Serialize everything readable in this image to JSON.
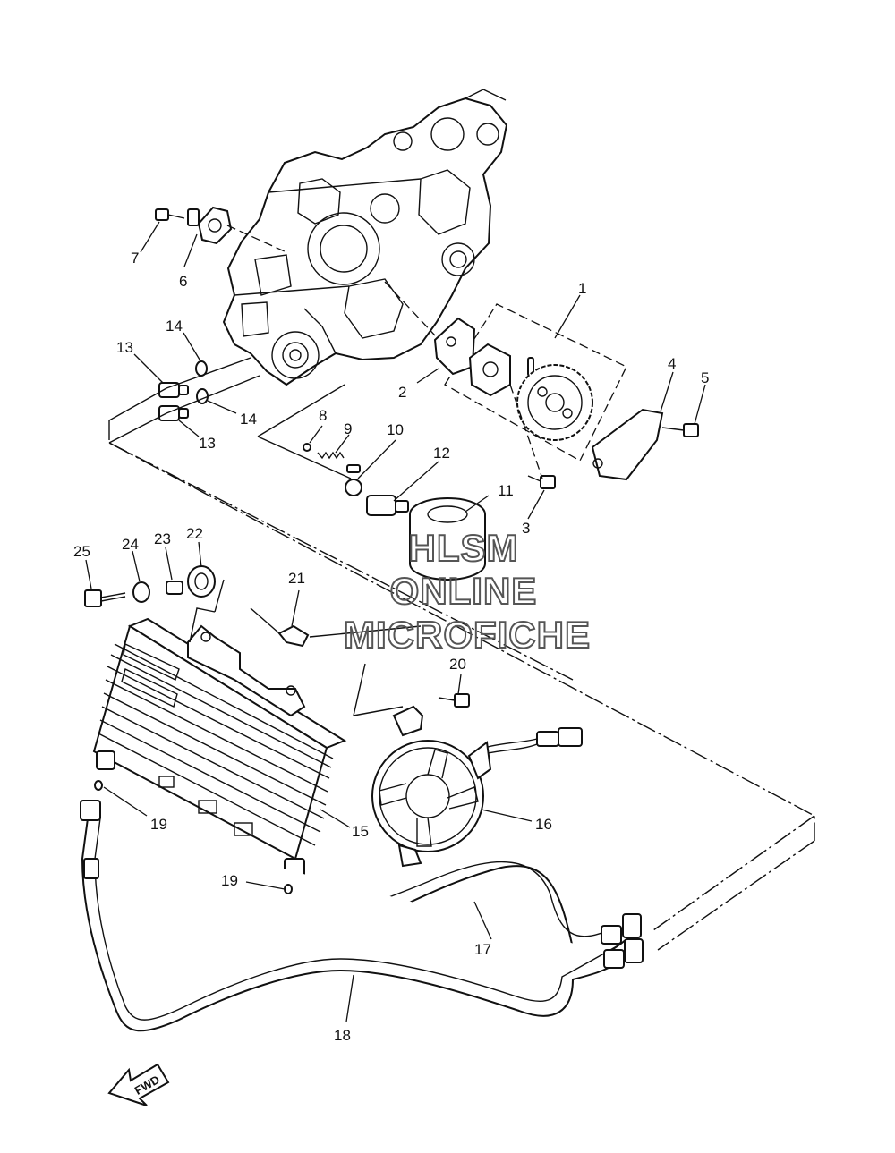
{
  "callouts": [
    {
      "id": "c1",
      "label": "1"
    },
    {
      "id": "c2",
      "label": "2"
    },
    {
      "id": "c3",
      "label": "3"
    },
    {
      "id": "c4",
      "label": "4"
    },
    {
      "id": "c5",
      "label": "5"
    },
    {
      "id": "c6",
      "label": "6"
    },
    {
      "id": "c7",
      "label": "7"
    },
    {
      "id": "c8",
      "label": "8"
    },
    {
      "id": "c9",
      "label": "9"
    },
    {
      "id": "c10",
      "label": "10"
    },
    {
      "id": "c11",
      "label": "11"
    },
    {
      "id": "c12",
      "label": "12"
    },
    {
      "id": "c13a",
      "label": "13"
    },
    {
      "id": "c13b",
      "label": "13"
    },
    {
      "id": "c14a",
      "label": "14"
    },
    {
      "id": "c14b",
      "label": "14"
    },
    {
      "id": "c15",
      "label": "15"
    },
    {
      "id": "c16",
      "label": "16"
    },
    {
      "id": "c17",
      "label": "17"
    },
    {
      "id": "c18",
      "label": "18"
    },
    {
      "id": "c19a",
      "label": "19"
    },
    {
      "id": "c19b",
      "label": "19"
    },
    {
      "id": "c20",
      "label": "20"
    },
    {
      "id": "c21",
      "label": "21"
    },
    {
      "id": "c22",
      "label": "22"
    },
    {
      "id": "c23",
      "label": "23"
    },
    {
      "id": "c24",
      "label": "24"
    },
    {
      "id": "c25",
      "label": "25"
    }
  ],
  "watermark": {
    "line1": "HLSM",
    "line2": "ONLINE",
    "line3": "MICROFICHE"
  },
  "direction_arrow": {
    "label": "FWD",
    "icon": "fwd-arrow-icon"
  },
  "colors": {
    "line": "#111111",
    "background": "#ffffff",
    "watermark": "#555555"
  }
}
